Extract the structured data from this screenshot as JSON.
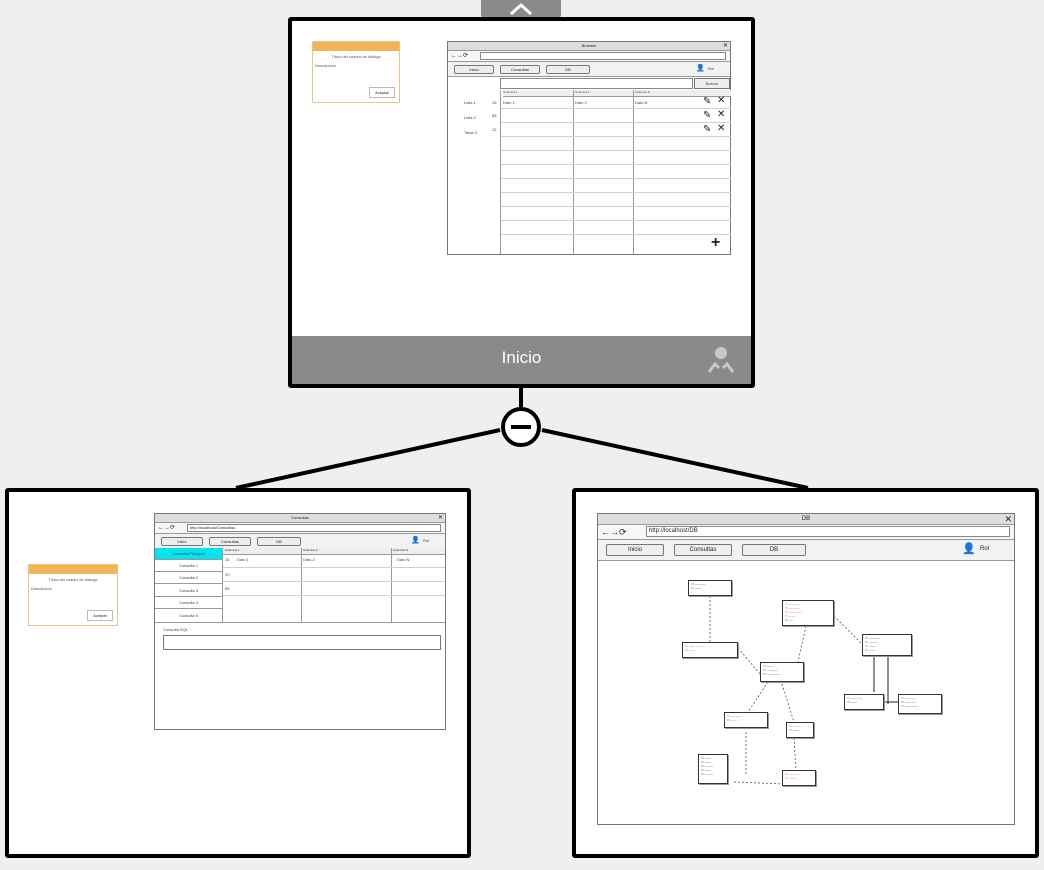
{
  "top_node": {
    "caption": "Inicio",
    "dialog": {
      "title": "Título del cuadro de diálogo",
      "description": "Descripción",
      "button": "Aceptar"
    },
    "browser": {
      "title": "Browser",
      "menu": [
        "Inicio",
        "Consultas",
        "DB"
      ],
      "user": "Rol",
      "search_button": "Buscar",
      "columns": [
        "Columna 1",
        "Columna 2",
        "Columna N"
      ],
      "row1": [
        "Dato 1",
        "Dato 2",
        "Dato N"
      ],
      "side_items": [
        "Lista 1",
        "Lista 2",
        "Tabla 3"
      ],
      "side_counts": [
        "15",
        "65",
        "12"
      ]
    }
  },
  "left_node": {
    "dialog": {
      "title": "Título del cuadro de diálogo",
      "description": "Descripción",
      "button": "Aceptar"
    },
    "browser": {
      "title": "Consultas",
      "url": "http://localhost/Consultas",
      "menu": [
        "Inicio",
        "Consultas",
        "DB"
      ],
      "user": "Rol",
      "side_items": [
        "Consulta Principal",
        "Consulta 1",
        "Consulta 2",
        "Consulta 3",
        "Consulta 4",
        "Consulta 5"
      ],
      "columns": [
        "Columna 1",
        "Columna 2",
        "Columna N"
      ],
      "row1": [
        "Dato 1",
        "Dato 2",
        "Dato N"
      ],
      "row_ids": [
        "15",
        "20",
        "85"
      ],
      "sql_label": "Consulta SQL"
    }
  },
  "right_node": {
    "browser": {
      "title": "DB",
      "url": "http://localhost/DB",
      "menu": [
        "Inicio",
        "Consultas",
        "DB"
      ],
      "user": "Rol"
    }
  },
  "colors": {
    "highlight": "#00e5ee",
    "dialog_header": "#f3b35a",
    "caption_bar": "#8a8a8a"
  }
}
